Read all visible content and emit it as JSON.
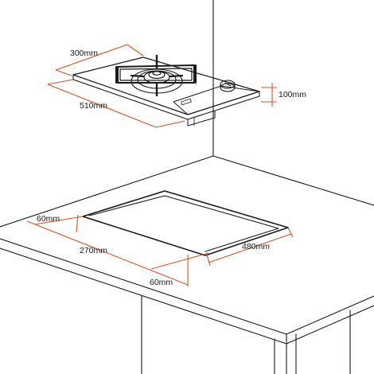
{
  "diagram": {
    "accent_color": "#d9532a",
    "line_color": "#1a1a1a",
    "hob_dimensions": {
      "depth": "300mm",
      "width": "510mm",
      "height": "100mm"
    },
    "cutout_dimensions": {
      "front_margin": "60mm",
      "cutout_depth": "270mm",
      "side_margin": "60mm",
      "cutout_width": "480mm"
    }
  }
}
